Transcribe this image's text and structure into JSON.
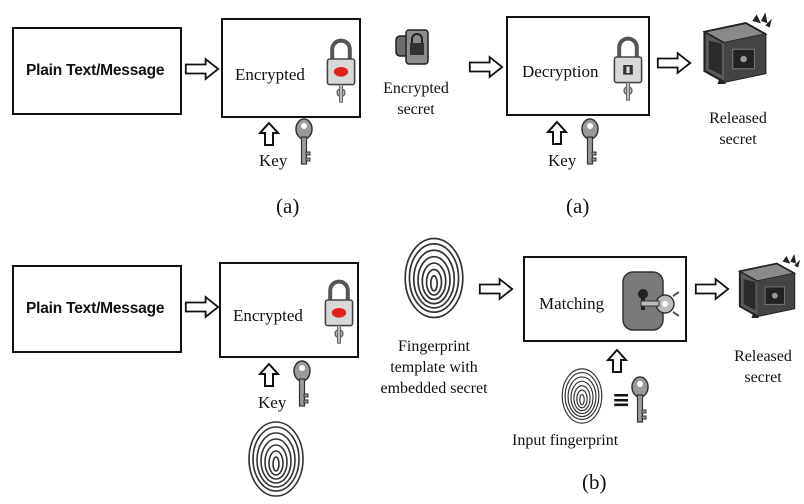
{
  "row_a": {
    "plaintext_label": "Plain Text/Message",
    "encrypted_label": "Encrypted",
    "key_label": "Key",
    "encrypted_secret_label": "Encrypted\nsecret",
    "decryption_label": "Decryption",
    "key2_label": "Key",
    "released_label": "Released\nsecret",
    "panel_label_1": "(a)",
    "panel_label_2": "(a)"
  },
  "row_b": {
    "plaintext_label": "Plain Text/Message",
    "encrypted_label": "Encrypted",
    "key_label": "Key",
    "template_label": "Fingerprint\ntemplate with\nembedded secret",
    "matching_label": "Matching",
    "input_fp_label": "Input fingerprint",
    "released_label": "Released\nsecret",
    "panel_label": "(b)"
  }
}
